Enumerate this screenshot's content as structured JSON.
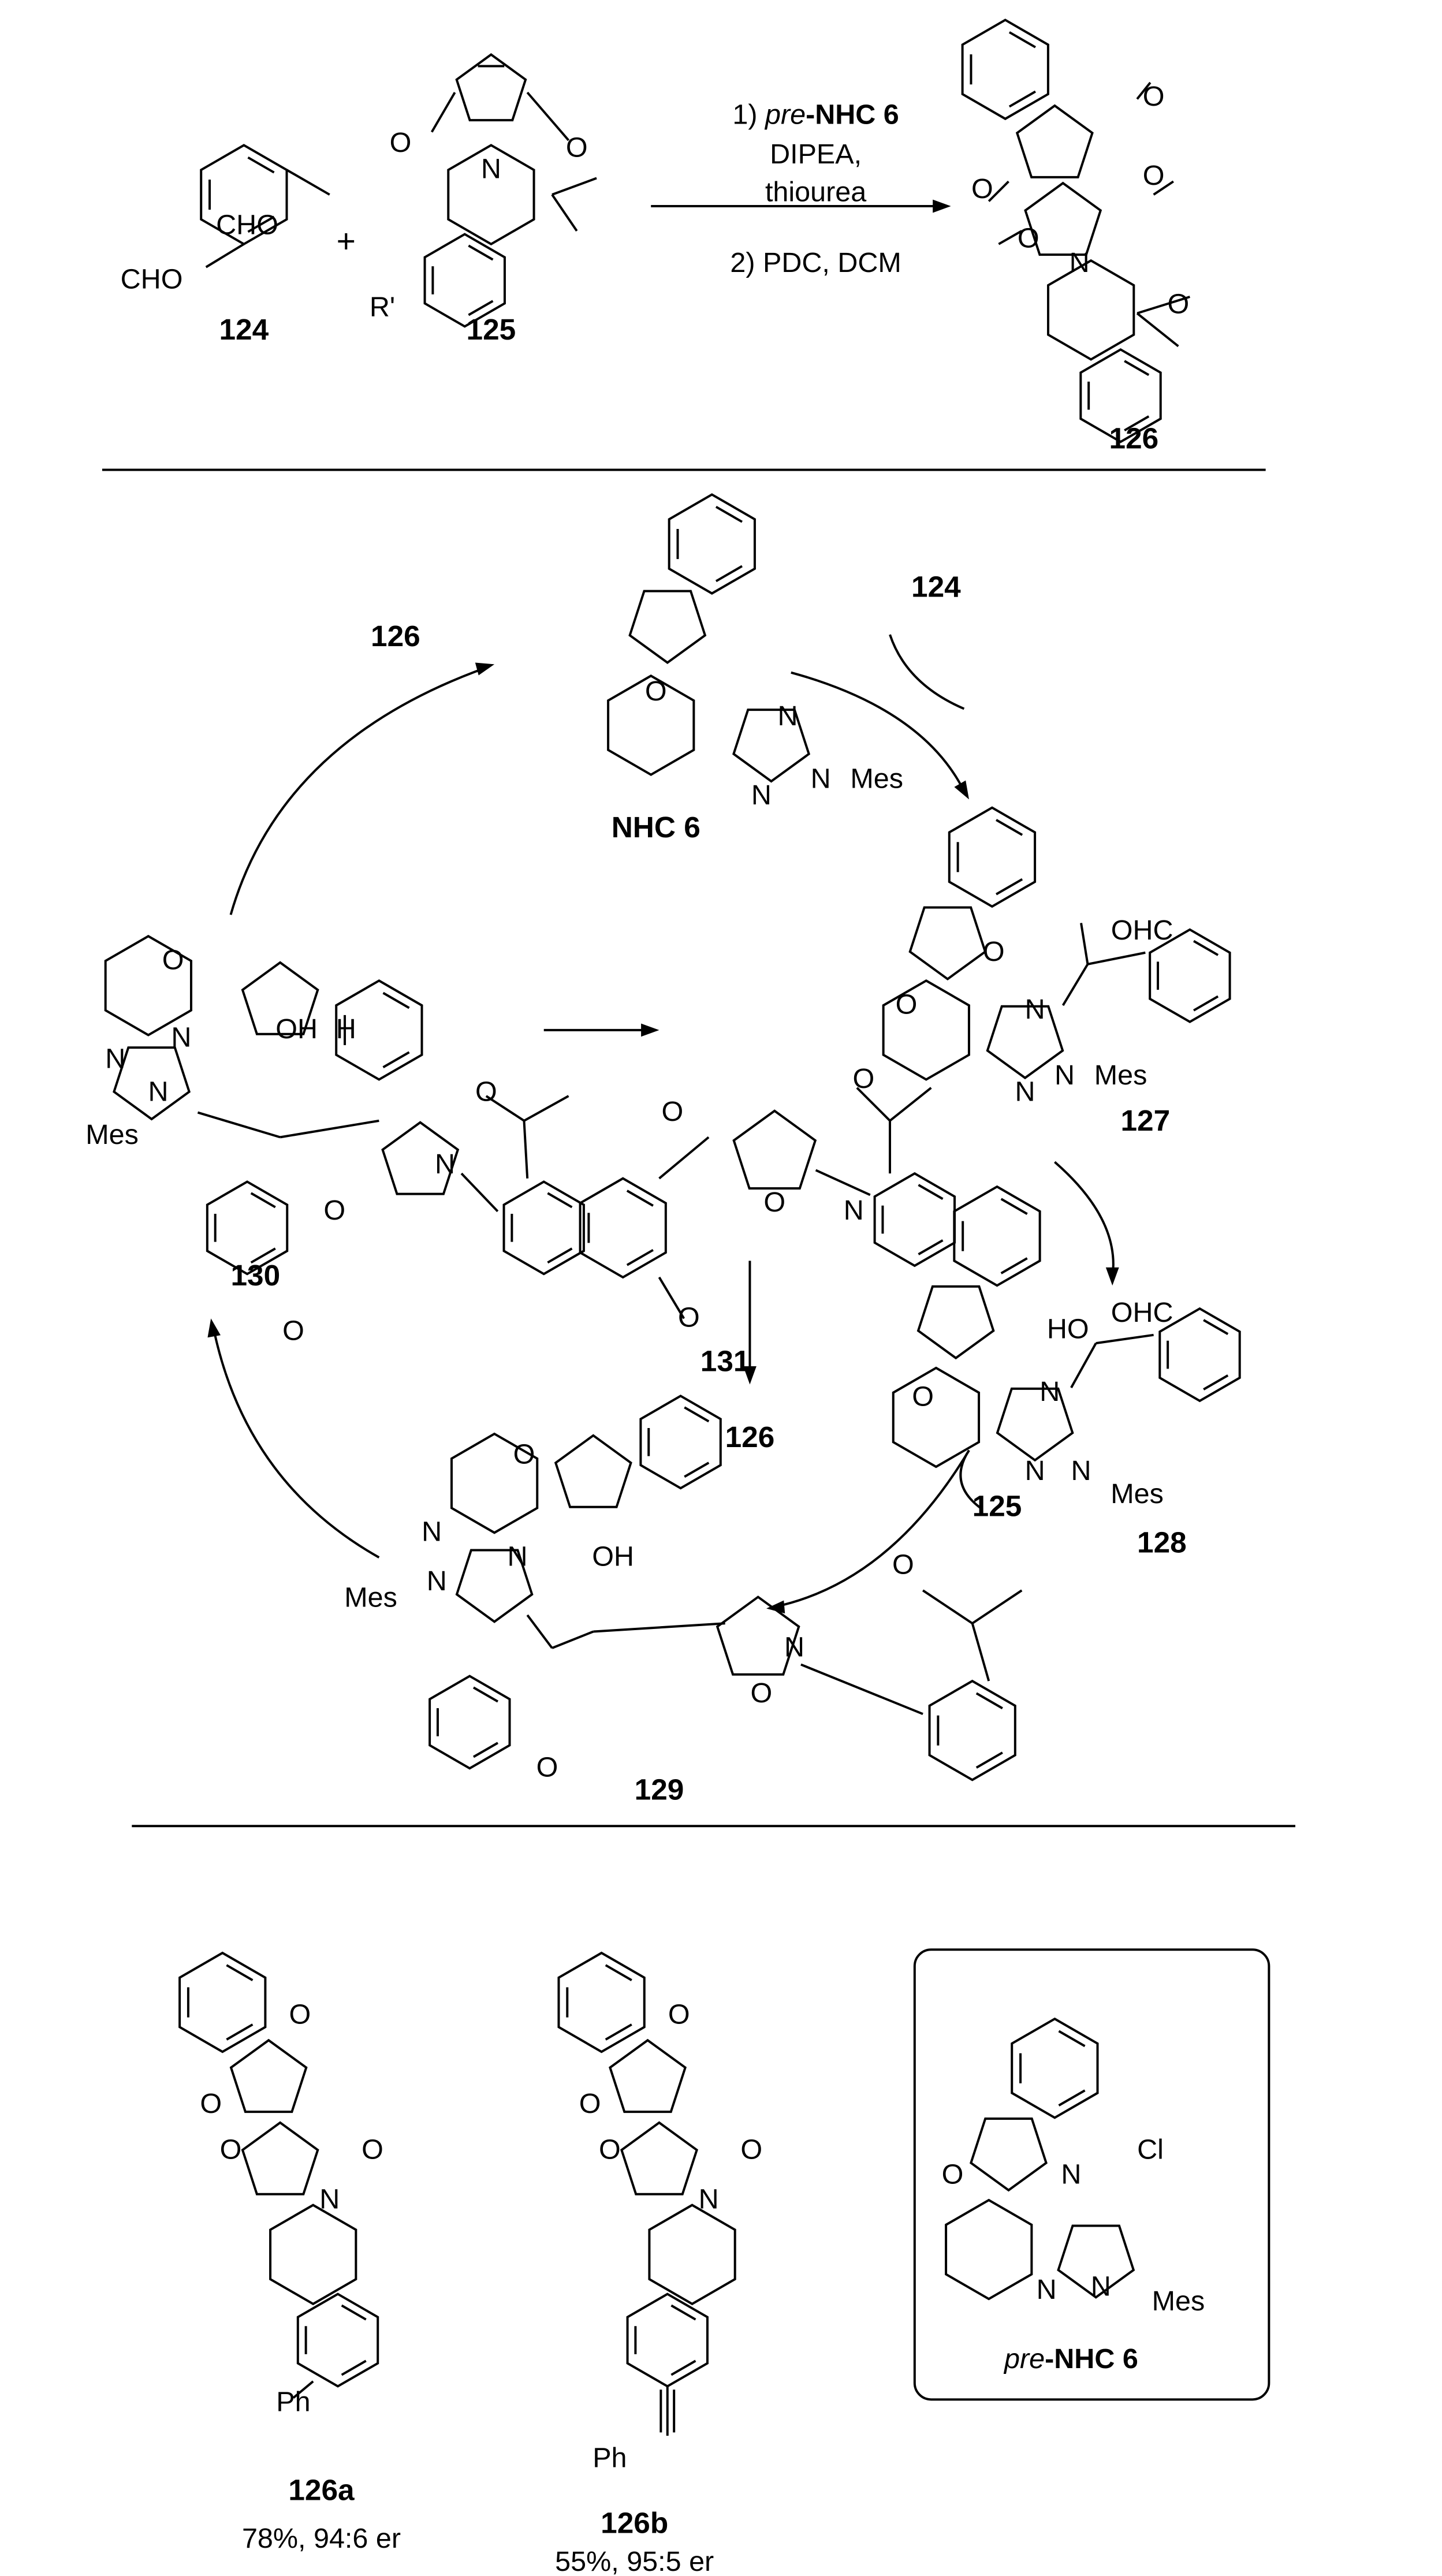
{
  "reaction": {
    "reagent_1": "124",
    "plus": "+",
    "reagent_2": "125",
    "condition_1_prefix": "1) ",
    "condition_1_italic": "pre",
    "condition_1_bold": "-NHC 6",
    "condition_2": "DIPEA,",
    "condition_3": "thiourea",
    "condition_4": "2) PDC, DCM",
    "product": "126",
    "substituent_R": "R'"
  },
  "cycle": {
    "catalyst": "NHC 6",
    "input_124": "124",
    "output_126_top": "126",
    "int_127": "127",
    "int_128": "128",
    "input_125": "125",
    "int_129": "129",
    "int_130": "130",
    "int_131": "131",
    "output_126_mid": "126"
  },
  "products": [
    {
      "id": "126a",
      "result": "78%, 94:6 er",
      "substituent": "Ph"
    },
    {
      "id": "126b",
      "result": "55%, 95:5 er",
      "substituent": "Ph"
    }
  ],
  "precatalyst_box": {
    "italic": "pre",
    "bold": "-NHC 6",
    "counterion": "Cl",
    "group": "Mes"
  },
  "atom_labels": [
    "CHO",
    "CHO",
    "O",
    "O",
    "N",
    "O",
    "O",
    "O",
    "O",
    "N",
    "O",
    "O",
    "N",
    "N",
    "N",
    "Mes",
    "O",
    "N",
    "N",
    "N",
    "Mes",
    "O",
    "OHC",
    "O",
    "N",
    "N",
    "N",
    "Mes",
    "HO",
    "OHC",
    "O",
    "N",
    "N",
    "N",
    "Mes",
    "OH",
    "O",
    "N",
    "O",
    "O",
    "O",
    "N",
    "N",
    "N",
    "Mes",
    "OH",
    "H",
    "O",
    "N",
    "O",
    "O",
    "O",
    "O",
    "N",
    "O",
    "O",
    "O",
    "O",
    "O",
    "N",
    "O",
    "O",
    "O",
    "O",
    "N",
    "O",
    "O",
    "N",
    "N",
    "N",
    "Mes"
  ]
}
